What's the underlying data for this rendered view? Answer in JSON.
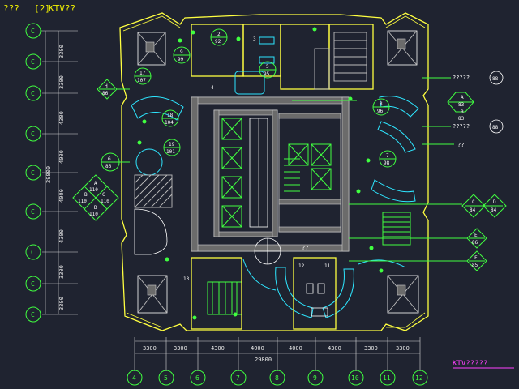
{
  "drawing": {
    "header_left": "???",
    "header_tag": "[2]",
    "header_title": "KTV??",
    "legend_label": "KTV?????"
  },
  "colors": {
    "background": "#1f2330",
    "wall": "#ffff40",
    "cyan": "#2ee6ff",
    "green": "#40ff40",
    "grey": "#bdbdbd",
    "legend": "#ff40ff"
  },
  "left_axes": {
    "labels": [
      "C",
      "C",
      "C",
      "C",
      "C",
      "C",
      "C",
      "C",
      "C"
    ],
    "dims": [
      "3300",
      "3300",
      "4300",
      "4000",
      "4000",
      "4300",
      "3300",
      "3300"
    ],
    "total": "29800"
  },
  "bottom_axes": {
    "labels": [
      "4",
      "5",
      "6",
      "7",
      "8",
      "9",
      "10",
      "11",
      "12"
    ],
    "dims": [
      "3300",
      "3300",
      "4300",
      "4000",
      "4000",
      "4300",
      "3300",
      "3300"
    ],
    "total": "29800"
  },
  "room_tags": [
    {
      "top": "2",
      "bottom": "92"
    },
    {
      "top": "9",
      "bottom": "99"
    },
    {
      "top": "17",
      "bottom": "107"
    },
    {
      "top": "5",
      "bottom": "95"
    },
    {
      "top": "18",
      "bottom": "104"
    },
    {
      "top": "19",
      "bottom": "101"
    },
    {
      "top": "7",
      "bottom": "98"
    },
    {
      "top": "8",
      "bottom": "96"
    }
  ],
  "room_numbers": [
    "3",
    "4",
    "12",
    "11",
    "13"
  ],
  "diamond_markers": [
    {
      "name": "H",
      "value": "86"
    },
    {
      "name": "G",
      "value": "86"
    },
    {
      "name": "E",
      "value": "86"
    },
    {
      "name": "F",
      "value": "85"
    }
  ],
  "quad_marker": {
    "labels": [
      "A",
      "B",
      "C",
      "D"
    ],
    "values": [
      "110",
      "110",
      "110",
      "110"
    ]
  },
  "right_hex": {
    "labels": [
      "A",
      "B"
    ],
    "values": [
      "83",
      "83"
    ]
  },
  "right_cd": {
    "labels": [
      "C",
      "D"
    ],
    "values": [
      "84",
      "84"
    ]
  },
  "right_circles": [
    "88",
    "88"
  ],
  "callouts": [
    "?????",
    "?????",
    "??"
  ],
  "stair_note": "??"
}
